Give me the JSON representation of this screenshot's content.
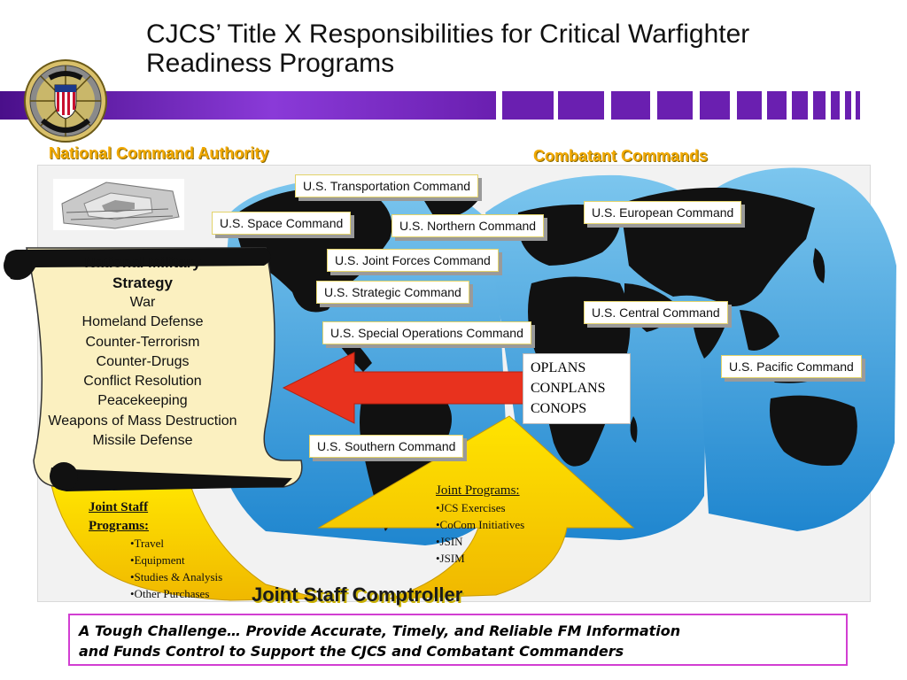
{
  "slide": {
    "title": "CJCS’ Title X Responsibilities for Critical Warfighter Readiness Programs",
    "seal_text": "JOINT CHIEFS OF STAFF"
  },
  "headers": {
    "nca": "National Command Authority",
    "combatant": "Combatant Commands"
  },
  "commands": {
    "transportation": "U.S. Transportation Command",
    "space": "U.S. Space Command",
    "northern": "U.S. Northern Command",
    "european": "U.S. European Command",
    "joint_forces": "U.S. Joint Forces Command",
    "strategic": "U.S. Strategic Command",
    "central": "U.S. Central Command",
    "special_ops": "U.S. Special Operations Command",
    "pacific": "U.S. Pacific Command",
    "southern": "U.S. Southern Command"
  },
  "strategy": {
    "title_line1": "National Military",
    "title_line2": "Strategy",
    "items": [
      "War",
      "Homeland Defense",
      "Counter-Terrorism",
      "Counter-Drugs",
      "Conflict Resolution",
      "Peacekeeping",
      "Weapons of Mass Destruction",
      "Missile Defense"
    ]
  },
  "plans": [
    "OPLANS",
    "CONPLANS",
    "CONOPS"
  ],
  "joint_programs": {
    "heading": "Joint Programs:",
    "items": [
      "•JCS Exercises",
      "•CoCom Initiatives",
      "•JSIN",
      "•JSIM"
    ]
  },
  "joint_staff_programs": {
    "heading_line1": "Joint Staff",
    "heading_line2": "Programs:",
    "items": [
      "•Travel",
      "•Equipment",
      "•Studies & Analysis",
      "•Other Purchases"
    ]
  },
  "comptroller": "Joint Staff Comptroller",
  "challenge": {
    "line1": "A Tough Challenge… Provide Accurate, Timely, and Reliable FM Information",
    "line2": "and Funds Control to Support the CJCS and Combatant Commanders"
  },
  "colors": {
    "purple": "#6a1fb0",
    "ocean": "#3a9ad9",
    "land": "#111111",
    "gold": "#f2c200",
    "arrow_red": "#e8321e",
    "scroll": "#fbf0c0",
    "frame": "#d23ed2"
  }
}
